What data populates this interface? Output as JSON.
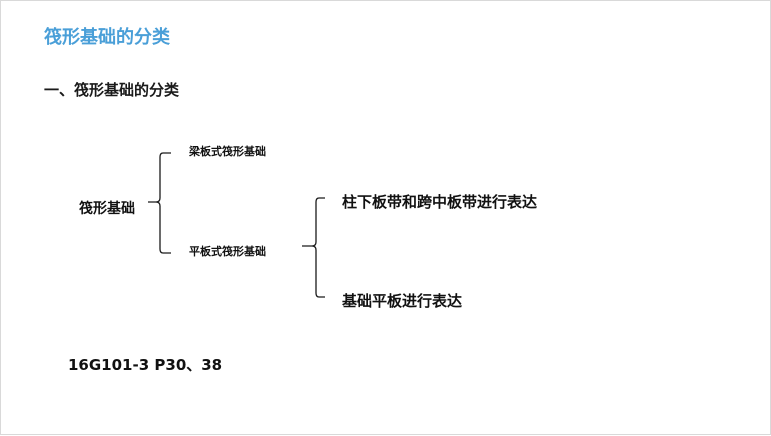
{
  "slide": {
    "title": "筏形基础的分类",
    "section_heading": "一、筏形基础的分类"
  },
  "tree": {
    "root": "筏形基础",
    "branches": [
      {
        "label": "梁板式筏形基础"
      },
      {
        "label": "平板式筏形基础"
      }
    ],
    "sub_branches": [
      {
        "label": "柱下板带和跨中板带进行表达"
      },
      {
        "label": "基础平板进行表达"
      }
    ]
  },
  "reference": "16G101-3  P30、38"
}
